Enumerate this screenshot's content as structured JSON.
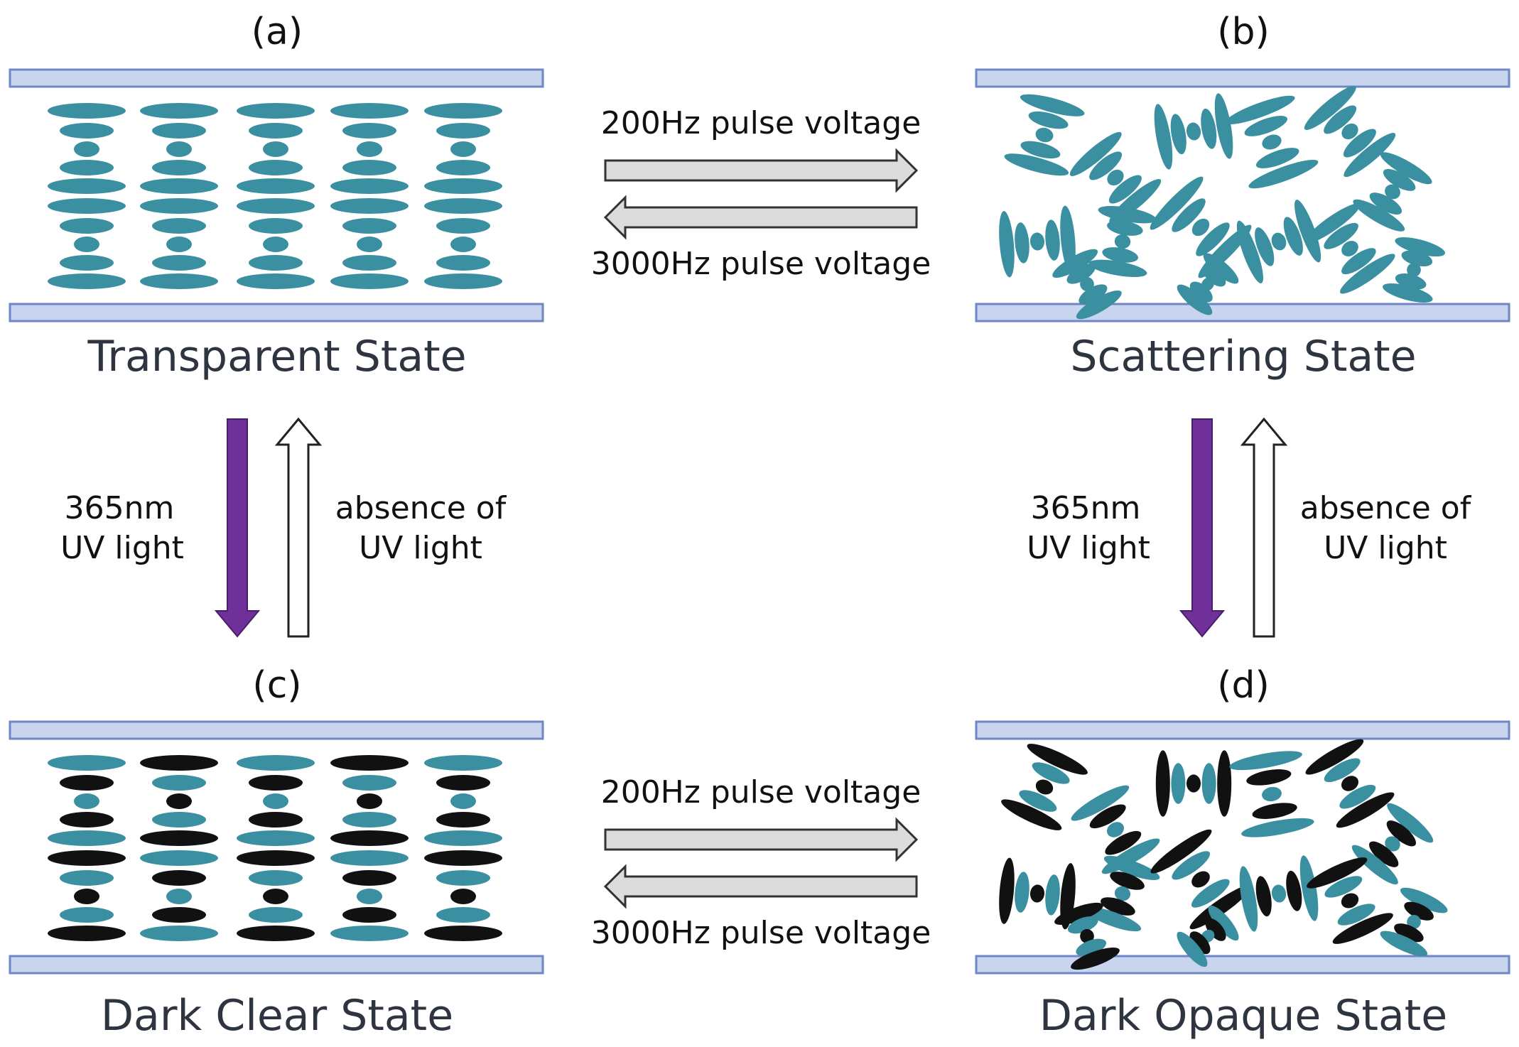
{
  "colors": {
    "teal": "#3a8fa0",
    "black": "#111111",
    "plate_fill": "#c9d4ee",
    "plate_stroke": "#6f86c7",
    "uv_arrow": "#70309a",
    "voltage_arrow": "#dcdcdc",
    "text_dark": "#2f3540"
  },
  "panels": {
    "a": {
      "label": "(a)",
      "caption": "Transparent State",
      "mode": "aligned",
      "ink": "teal"
    },
    "b": {
      "label": "(b)",
      "caption": "Scattering State",
      "mode": "scattered",
      "ink": "teal"
    },
    "c": {
      "label": "(c)",
      "caption": "Dark Clear State",
      "mode": "aligned",
      "ink": "mixed"
    },
    "d": {
      "label": "(d)",
      "caption": "Dark Opaque State",
      "mode": "scattered",
      "ink": "mixed"
    }
  },
  "transitions": {
    "top_forward": "200Hz pulse voltage",
    "top_backward": "3000Hz pulse voltage",
    "bottom_forward": "200Hz pulse voltage",
    "bottom_backward": "3000Hz pulse voltage",
    "uv_on_left": [
      "365nm",
      "UV light"
    ],
    "uv_off_left": [
      "absence of",
      "UV light"
    ],
    "uv_on_right": [
      "365nm",
      "UV light"
    ],
    "uv_off_right": [
      "absence of",
      "UV light"
    ]
  }
}
